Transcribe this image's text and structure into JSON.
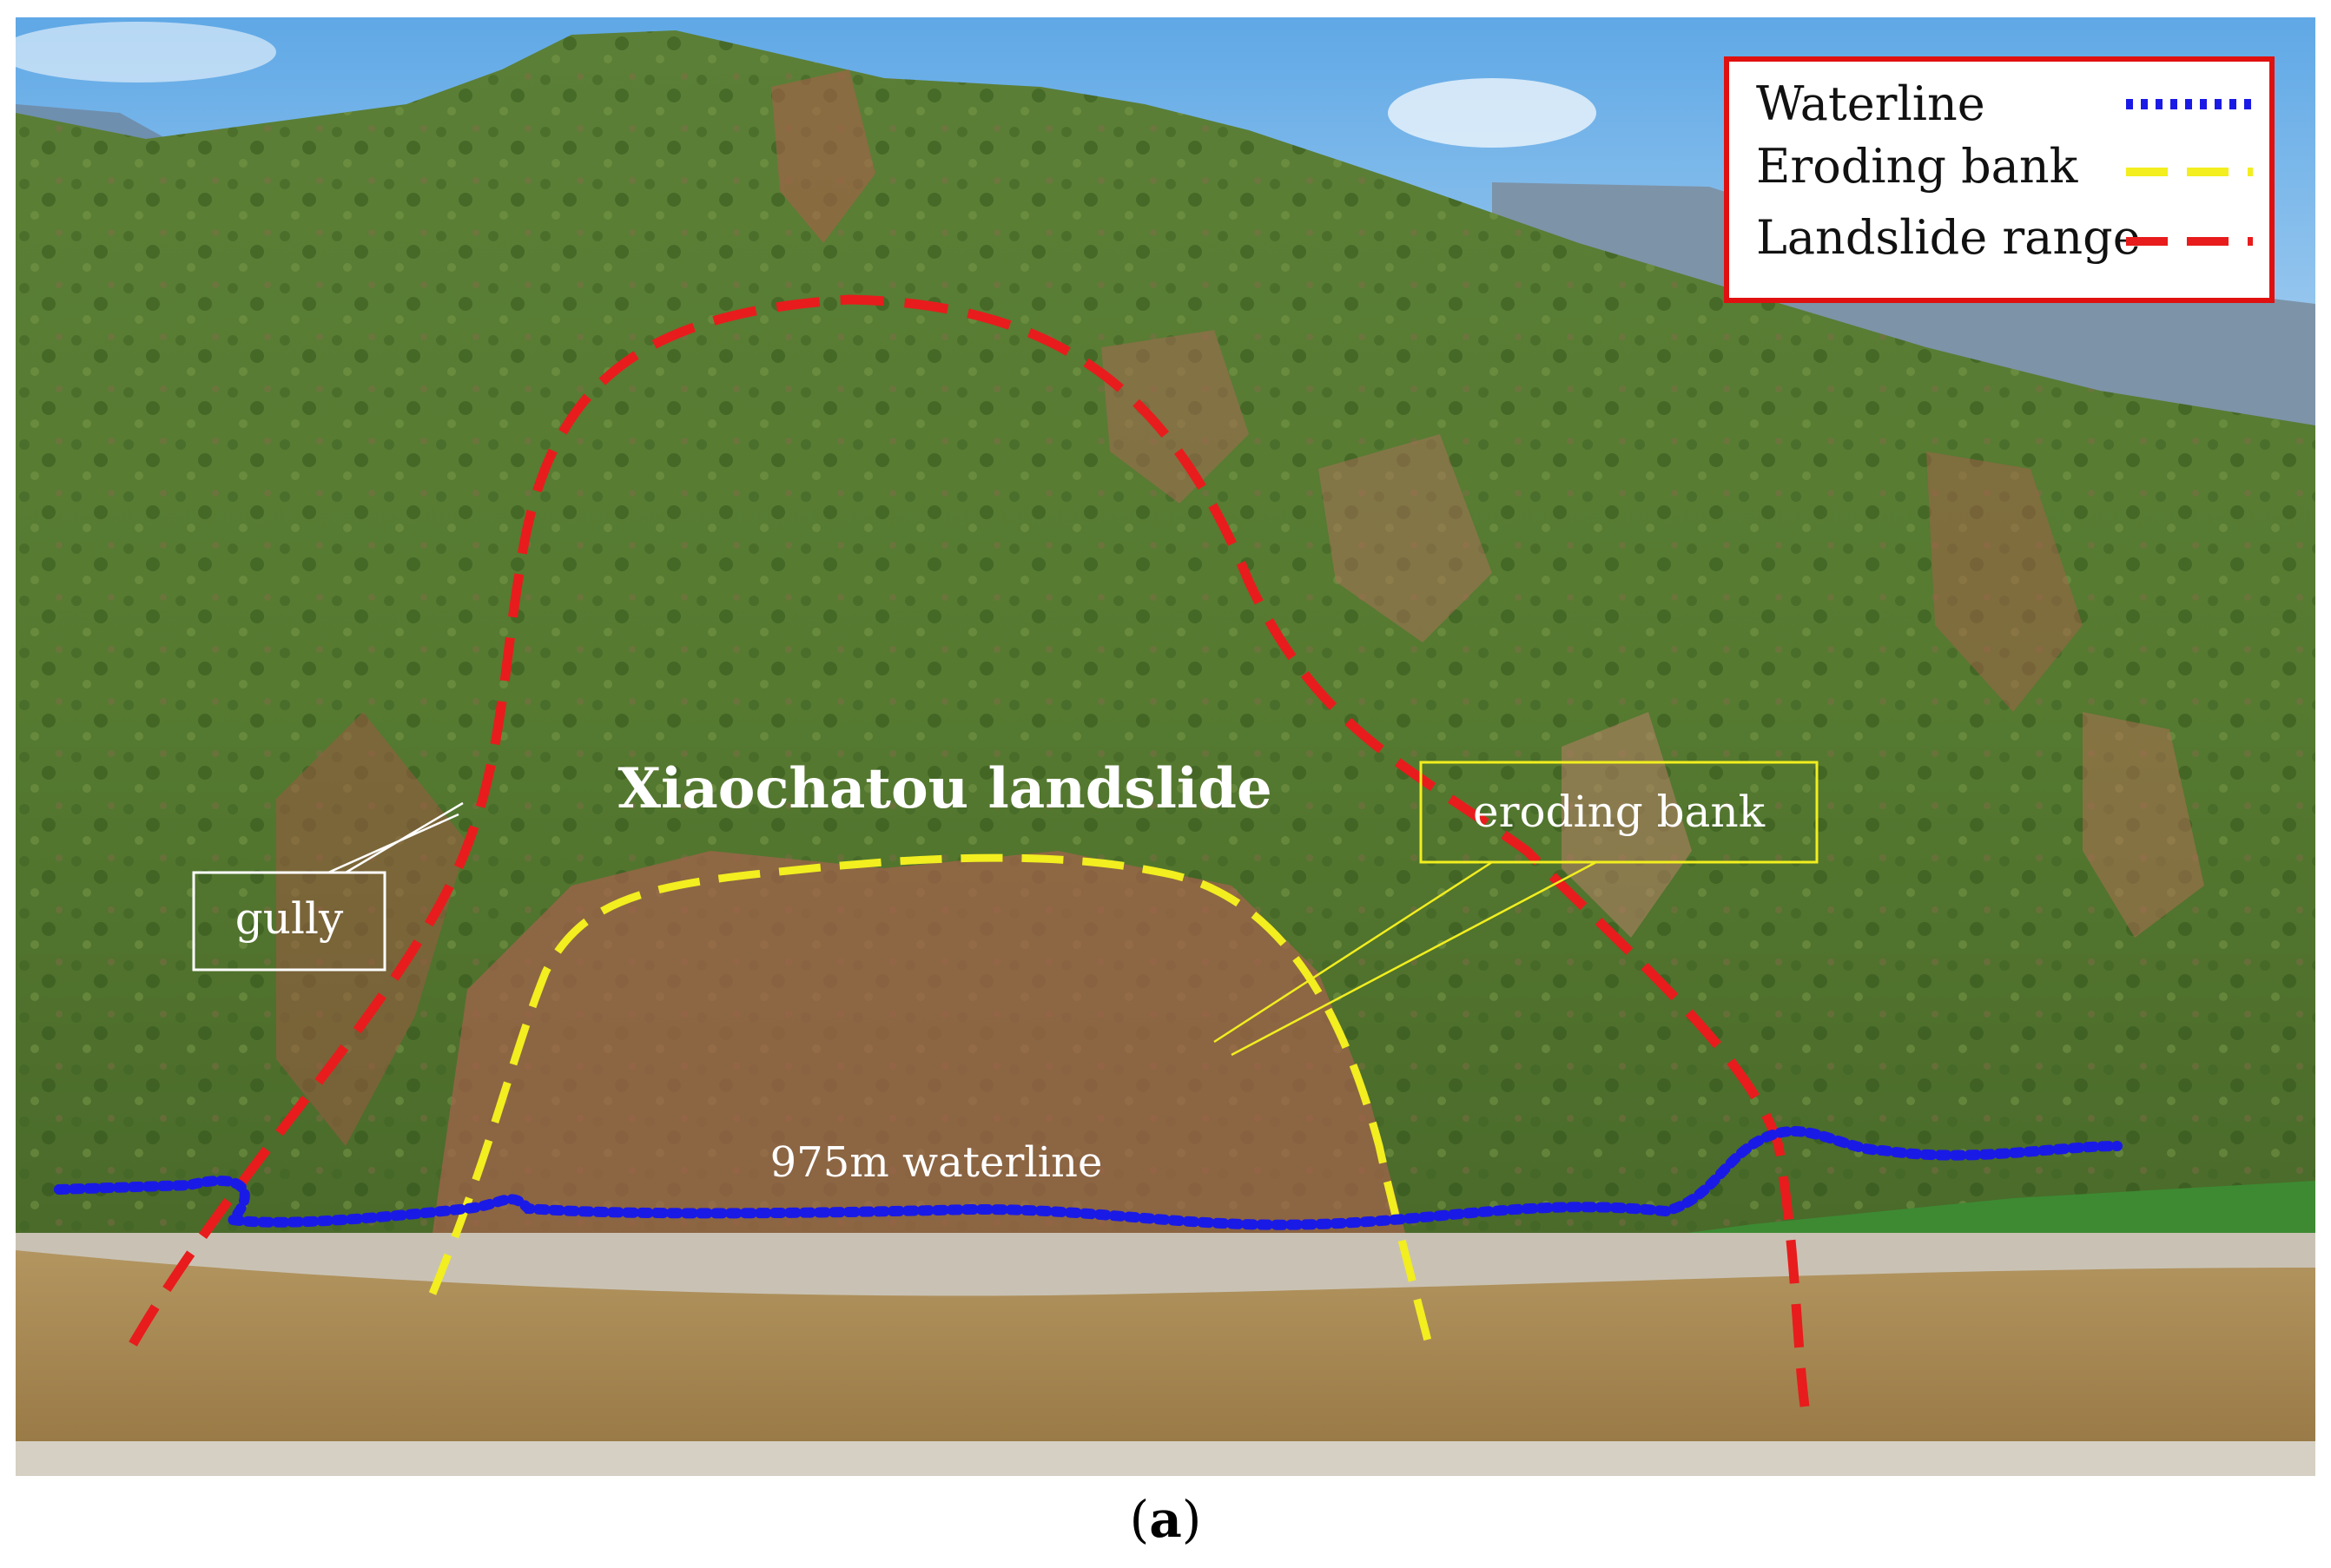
{
  "legend": {
    "items": [
      {
        "label": "Waterline",
        "color": "#1a1ae6",
        "style": "dotted"
      },
      {
        "label": "Eroding bank",
        "color": "#f2ee1f",
        "style": "dashed"
      },
      {
        "label": "Landslide range",
        "color": "#e81c1c",
        "style": "dashed"
      }
    ],
    "border_color": "#e01010"
  },
  "labels": {
    "landslide_title": "Xiaochatou landslide",
    "eroding_bank": "eroding bank",
    "gully": "gully",
    "waterline": "975m waterline"
  },
  "caption": {
    "open": "(",
    "letter": "a",
    "close": ")"
  },
  "colors": {
    "sky": "#8fc3ee",
    "vegetation": "#4f7a2e",
    "exposed_soil": "#a8604a",
    "river": "#a98a52",
    "label_box_yellow": "#f2ee1f",
    "label_box_white": "#ffffff"
  }
}
